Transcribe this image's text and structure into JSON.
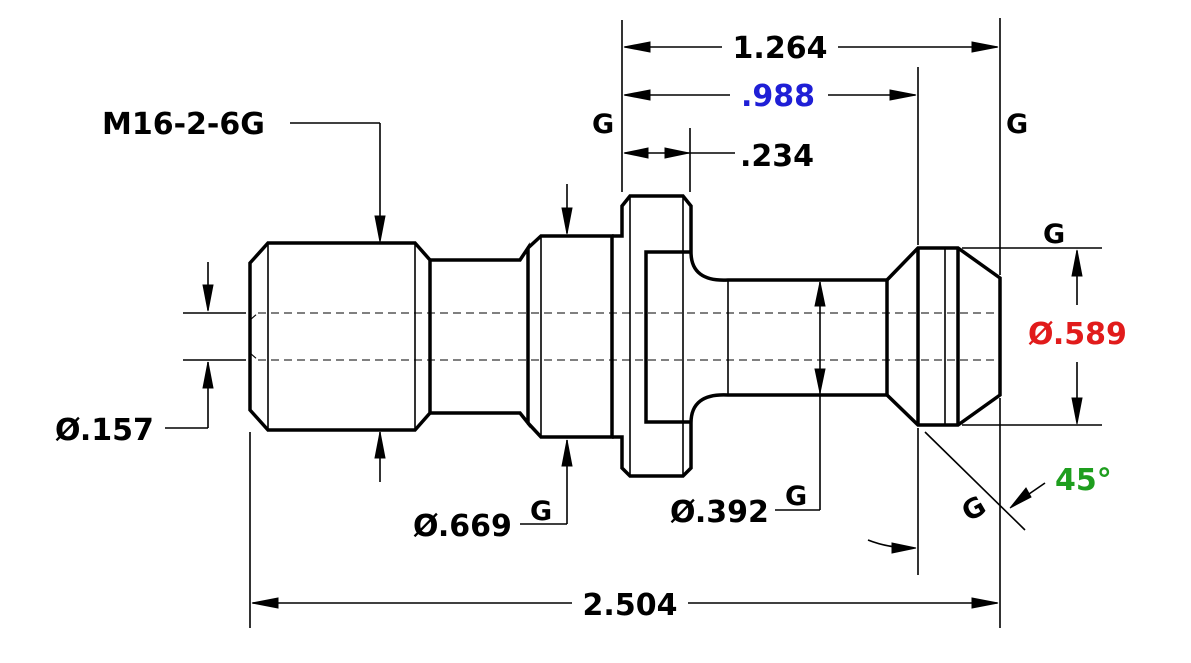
{
  "dimensions": {
    "overall_length": "2.504",
    "length_1264": "1.264",
    "length_988": ".988",
    "length_234": ".234",
    "thread_callout": "M16-2-6G",
    "dia_157": "Ø.157",
    "dia_669": "Ø.669",
    "dia_392": "Ø.392",
    "dia_589": "Ø.589",
    "angle_45": "45°"
  },
  "symbols": {
    "grind": "G"
  },
  "colors": {
    "line": "#000000",
    "highlight_blue": "#1f1fd6",
    "highlight_red": "#e11b1b",
    "highlight_green": "#1e9e1e"
  }
}
